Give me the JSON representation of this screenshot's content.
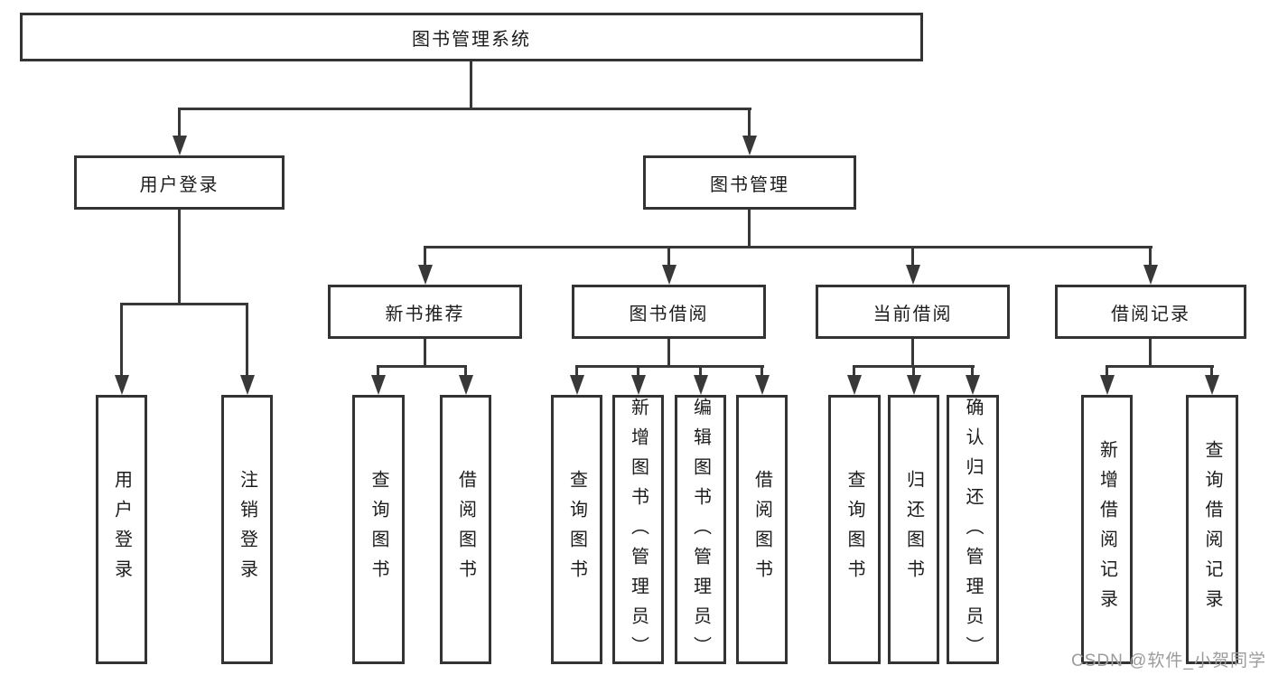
{
  "diagram": {
    "watermark": "CSDN @软件_小贺同学",
    "colors": {
      "line": "#383838",
      "border": "#333333",
      "text": "#1c1c1c",
      "background": "#ffffff",
      "watermark_text": "#9c9c9c"
    },
    "nodes": {
      "root": {
        "label": "图书管理系统"
      },
      "user_login": {
        "label": "用户登录"
      },
      "book_mgmt": {
        "label": "图书管理"
      },
      "new_book_rec": {
        "label": "新书推荐"
      },
      "book_borrow": {
        "label": "图书借阅"
      },
      "current_borrow": {
        "label": "当前借阅"
      },
      "borrow_records": {
        "label": "借阅记录"
      },
      "leaf_user_login": {
        "label": "用户登录"
      },
      "leaf_logout": {
        "label": "注销登录"
      },
      "leaf_nbr_query": {
        "label": "查询图书"
      },
      "leaf_nbr_borrow": {
        "label": "借阅图书"
      },
      "leaf_bb_query": {
        "label": "查询图书"
      },
      "leaf_bb_add": {
        "label": "新增图书（管理员）"
      },
      "leaf_bb_edit": {
        "label": "编辑图书（管理员）"
      },
      "leaf_bb_borrow": {
        "label": "借阅图书"
      },
      "leaf_cb_query": {
        "label": "查询图书"
      },
      "leaf_cb_return": {
        "label": "归还图书"
      },
      "leaf_cb_confirm": {
        "label": "确认归还（管理员）"
      },
      "leaf_br_add": {
        "label": "新增借阅记录"
      },
      "leaf_br_query": {
        "label": "查询借阅记录"
      }
    }
  }
}
